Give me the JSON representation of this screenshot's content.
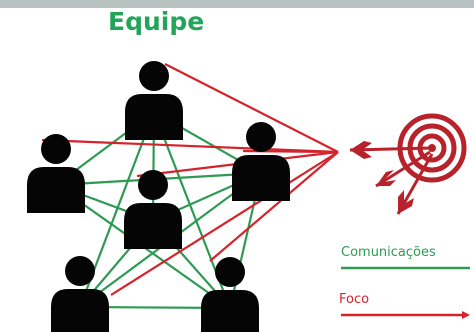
{
  "title": "Equipe",
  "legend": {
    "communications": "Comunicações",
    "focus": "Foco"
  },
  "colors": {
    "communication": "#2e9a52",
    "focus": "#d4232b",
    "title": "#22a55a",
    "person": "#050505",
    "target_red": "#b8222a",
    "top_band": "#b8c2c0"
  },
  "icons": {
    "person": "person-icon",
    "target": "target-icon",
    "arrow": "arrow-icon"
  },
  "team_members": [
    {
      "id": "top-center"
    },
    {
      "id": "left"
    },
    {
      "id": "middle"
    },
    {
      "id": "right"
    },
    {
      "id": "bottom-left"
    },
    {
      "id": "bottom-right"
    }
  ],
  "communication_links": [
    [
      "top-center",
      "left"
    ],
    [
      "top-center",
      "right"
    ],
    [
      "top-center",
      "middle"
    ],
    [
      "top-center",
      "bottom-left"
    ],
    [
      "top-center",
      "bottom-right"
    ],
    [
      "left",
      "middle"
    ],
    [
      "left",
      "right"
    ],
    [
      "left",
      "bottom-right"
    ],
    [
      "middle",
      "right"
    ],
    [
      "middle",
      "bottom-left"
    ],
    [
      "middle",
      "bottom-right"
    ],
    [
      "right",
      "bottom-left"
    ],
    [
      "right",
      "bottom-right"
    ],
    [
      "bottom-left",
      "bottom-right"
    ]
  ],
  "focus_links": [
    "top-center",
    "left",
    "middle",
    "right",
    "bottom-left",
    "bottom-right"
  ]
}
